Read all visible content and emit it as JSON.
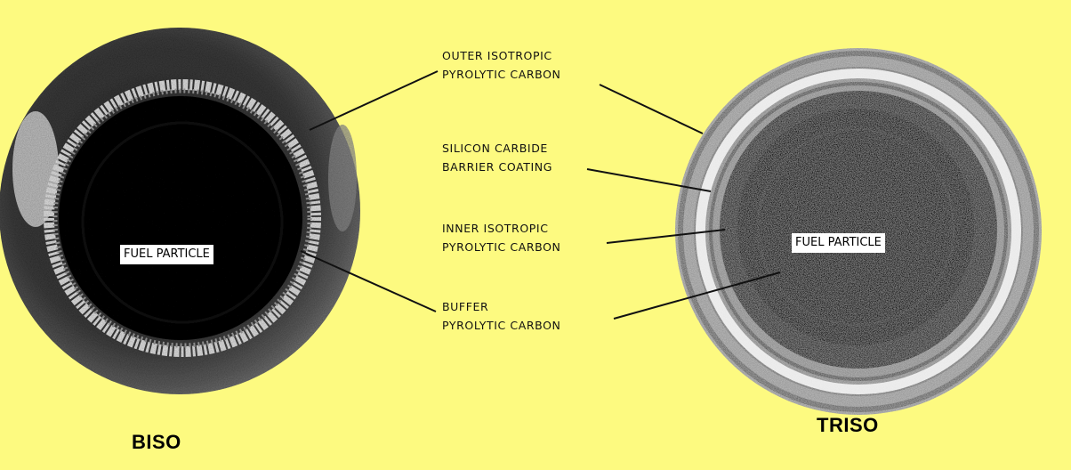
{
  "colors": {
    "background": "#fdfa80",
    "particle_dark": "#0c0c0c",
    "coating_gray": "#6f6f6f",
    "coating_light": "#e6e6e6",
    "label_box": "#ffffff"
  },
  "labels": {
    "outer_isotropic": [
      "OUTER ISOTROPIC",
      "PYROLYTIC CARBON"
    ],
    "silicon_carbide": [
      "SILICON CARBIDE",
      "BARRIER COATING"
    ],
    "inner_isotropic": [
      "INNER ISOTROPIC",
      "PYROLYTIC CARBON"
    ],
    "buffer": [
      "BUFFER",
      "PYROLYTIC CARBON"
    ]
  },
  "biso": {
    "name": "BISO",
    "fuel_label": "FUEL PARTICLE"
  },
  "triso": {
    "name": "TRISO",
    "fuel_label": "FUEL PARTICLE"
  }
}
